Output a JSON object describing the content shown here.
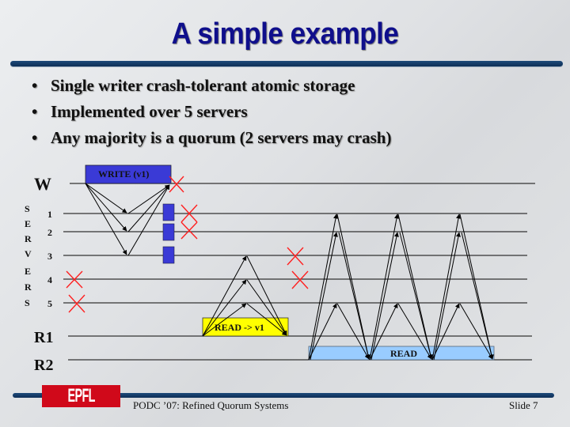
{
  "slide": {
    "title": "A simple example",
    "bullets": [
      "Single writer crash-tolerant atomic storage",
      "Implemented over 5 servers",
      "Any majority is a quorum (2 servers may crash)"
    ],
    "bullet_glyph": "•"
  },
  "diagram": {
    "writer_label": "W",
    "servers_vertical_label": [
      "S",
      "E",
      "R",
      "V",
      "E",
      "R",
      "S"
    ],
    "server_numbers": [
      "1",
      "2",
      "3",
      "4",
      "5"
    ],
    "reader_labels": [
      "R1",
      "R2"
    ],
    "write_box_label": "WRITE (v1)",
    "read1_box_label": "READ -> v1",
    "read2_box_label": "READ",
    "colors": {
      "write_box": "#3a3ad6",
      "read1_box": "#ffff00",
      "read2_box": "#99ccff",
      "crash_mark": "#ff2020",
      "title": "#0f0f8c",
      "rule": "#12365f"
    },
    "crashed_servers": [
      "4",
      "5"
    ],
    "crash_marks_note": "red X marks indicate crashes"
  },
  "footer": {
    "logo_text": "EPFL",
    "conference": "PODC ’07: Refined Quorum Systems",
    "slide_number": "Slide 7"
  }
}
